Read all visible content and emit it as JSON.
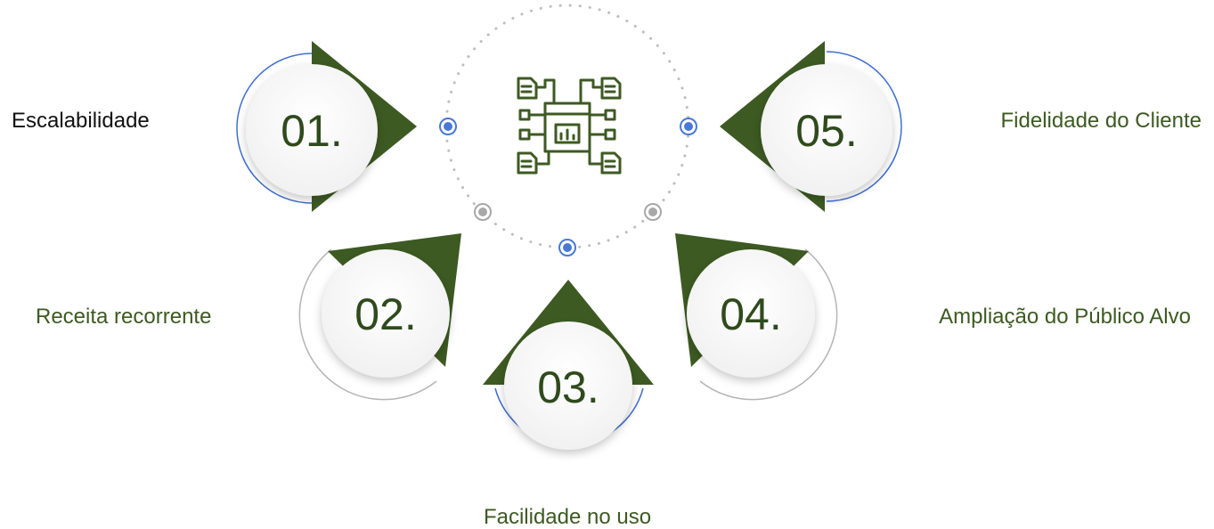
{
  "colors": {
    "accent_green": "#3d5a22",
    "label_green": "#3d5a22",
    "label_black": "#111111",
    "ring_blue": "#3f6fd1",
    "ring_gray": "#b5b5b5",
    "dot_blue": "#4a78d6",
    "dot_gray": "#a8a8a8"
  },
  "center": {
    "icon": "data-flow-chart-icon"
  },
  "steps": [
    {
      "number": "01.",
      "label": "Escalabilidade"
    },
    {
      "number": "02.",
      "label": "Receita recorrente"
    },
    {
      "number": "03.",
      "label": "Facilidade no uso"
    },
    {
      "number": "04.",
      "label": "Ampliação do Público Alvo"
    },
    {
      "number": "05.",
      "label": "Fidelidade do Cliente"
    }
  ]
}
